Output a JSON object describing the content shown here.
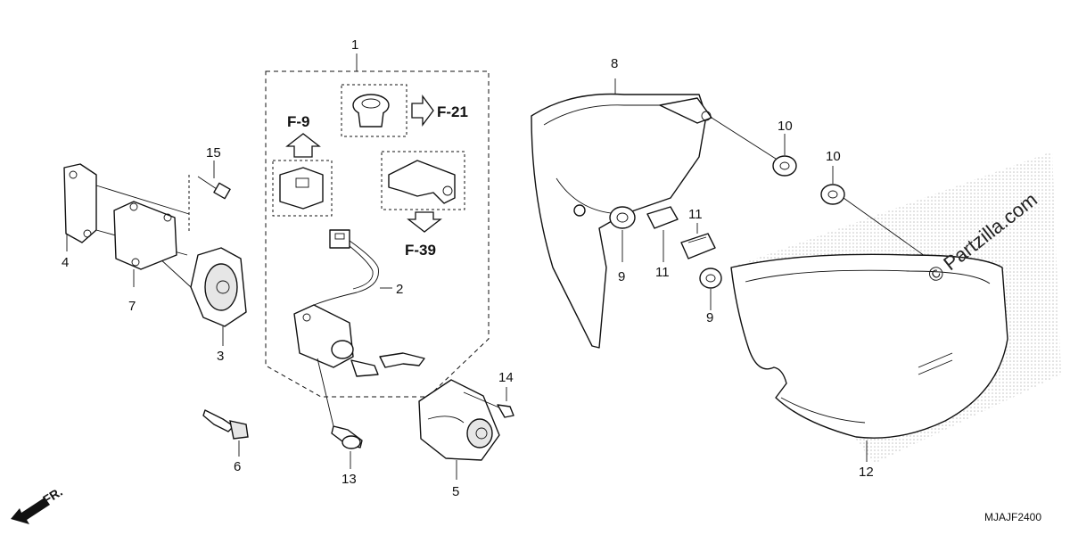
{
  "callouts": [
    {
      "id": "1",
      "text": "1"
    },
    {
      "id": "2",
      "text": "2"
    },
    {
      "id": "3",
      "text": "3"
    },
    {
      "id": "4",
      "text": "4"
    },
    {
      "id": "5",
      "text": "5"
    },
    {
      "id": "6",
      "text": "6"
    },
    {
      "id": "7",
      "text": "7"
    },
    {
      "id": "8",
      "text": "8"
    },
    {
      "id": "9a",
      "text": "9"
    },
    {
      "id": "9b",
      "text": "9"
    },
    {
      "id": "10a",
      "text": "10"
    },
    {
      "id": "10b",
      "text": "10"
    },
    {
      "id": "11a",
      "text": "11"
    },
    {
      "id": "11b",
      "text": "11"
    },
    {
      "id": "12",
      "text": "12"
    },
    {
      "id": "13",
      "text": "13"
    },
    {
      "id": "14",
      "text": "14"
    },
    {
      "id": "15",
      "text": "15"
    }
  ],
  "references": {
    "f9": "F-9",
    "f21": "F-21",
    "f39": "F-39"
  },
  "front_marker": "FR.",
  "diagram_code": "MJAJF2400",
  "watermark": "© Partzilla.com"
}
